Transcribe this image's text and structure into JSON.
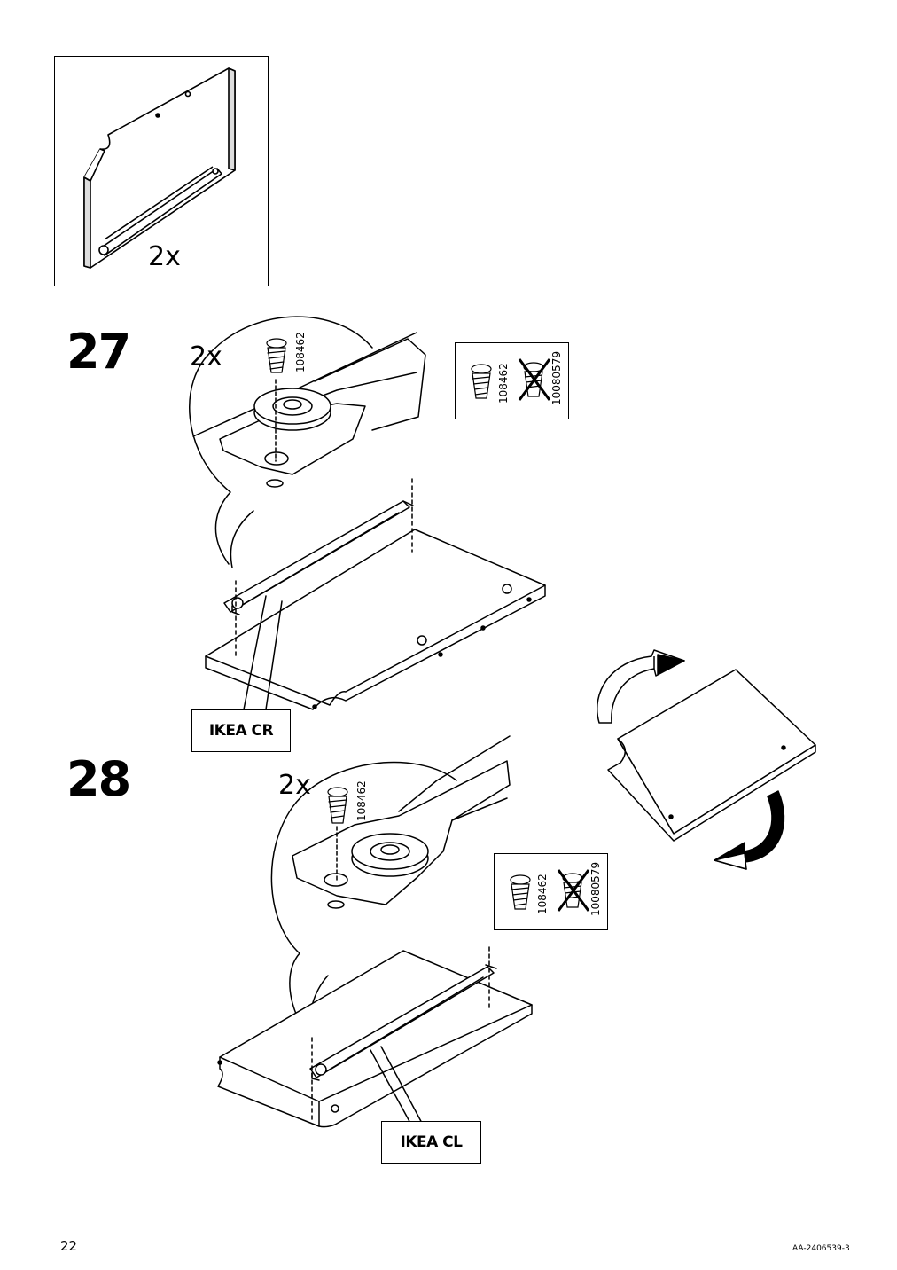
{
  "overview": {
    "quantity": "2x"
  },
  "step27": {
    "number": "27",
    "quantity": "2x",
    "screw_code": "108462",
    "info_box": {
      "correct_code": "108462",
      "wrong_code": "10080579"
    },
    "rail_label": "IKEA CR"
  },
  "step28": {
    "number": "28",
    "quantity": "2x",
    "screw_code": "108462",
    "info_box": {
      "correct_code": "108462",
      "wrong_code": "10080579"
    },
    "rail_label": "IKEA CL"
  },
  "footer": {
    "page_number": "22",
    "doc_code": "AA-2406539-3"
  }
}
